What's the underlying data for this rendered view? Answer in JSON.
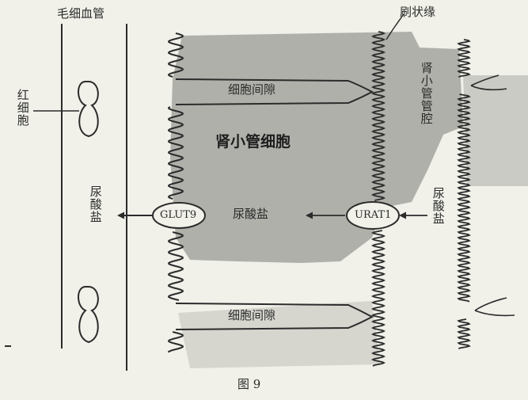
{
  "labels": {
    "capillary": "毛细血管",
    "red_blood_cell": "红细胞",
    "intercellular_space_top": "细胞间隙",
    "intercellular_space_bottom": "细胞间隙",
    "tubule_cell": "肾小管细胞",
    "brush_border": "刷状缘",
    "tubule_lumen": "肾小管管腔",
    "urate_left": "尿酸盐",
    "urate_middle": "尿酸盐",
    "urate_right": "尿酸盐",
    "glut9": "GLUT9",
    "urat1": "URAT1",
    "figure_caption": "图 9"
  },
  "colors": {
    "background": "#f1f1ea",
    "cell_shading": "#9a9a96",
    "line": "#2b2b2b"
  }
}
